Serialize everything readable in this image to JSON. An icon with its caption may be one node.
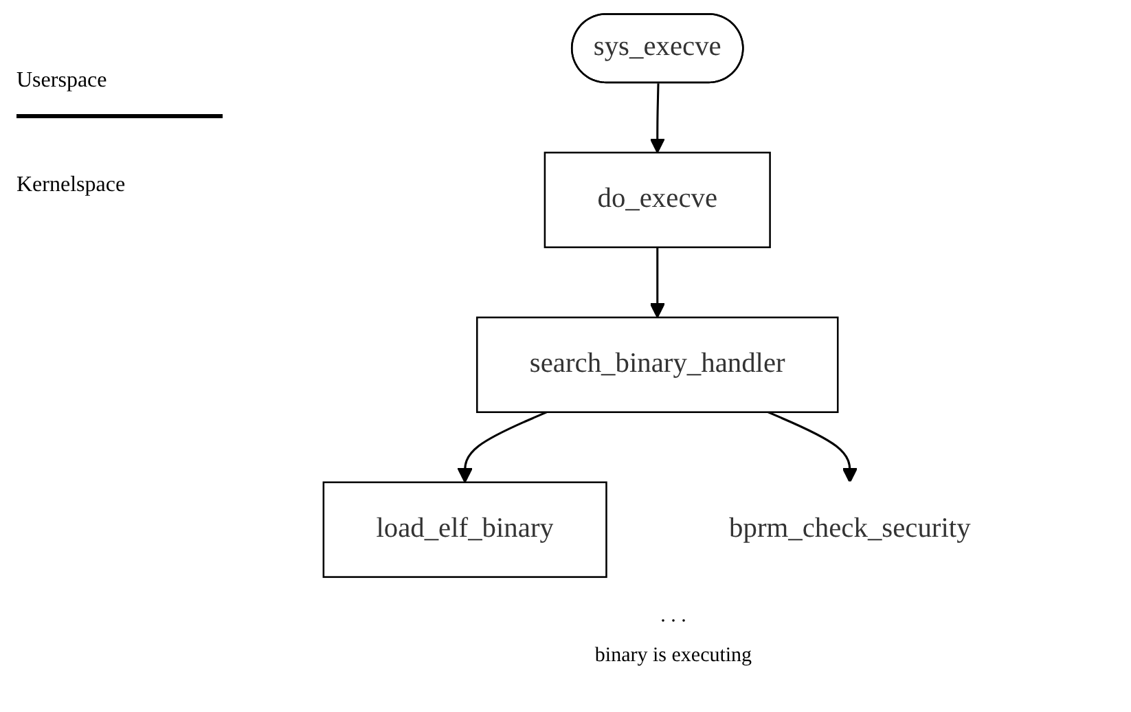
{
  "diagram": {
    "nodes": [
      {
        "text": [
          "sys_execve"
        ]
      },
      {
        "text": [
          "do_execve"
        ]
      },
      {
        "text": [
          "search_binary_handler"
        ]
      },
      {
        "text": [
          "load_elf_binary"
        ]
      },
      {
        "text": [
          "bprm_check_security"
        ]
      }
    ],
    "edges": [
      {
        "from": 0,
        "to": 1,
        "arrow": "to"
      },
      {
        "from": 1,
        "to": 2,
        "arrow": "to"
      },
      {
        "from": 2,
        "to": 3,
        "arrow": "to"
      },
      {
        "from": 2,
        "to": 4,
        "arrow": "to"
      }
    ],
    "labels": [
      "Userspace",
      "Kernelspace",
      ". . .",
      "binary is executing"
    ]
  }
}
